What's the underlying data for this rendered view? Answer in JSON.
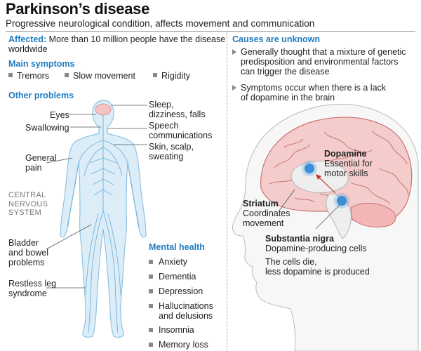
{
  "header": {
    "title": "Parkinson’s disease",
    "subtitle": "Progressive neurological condition, affects movement and communication"
  },
  "affected": {
    "label": "Affected:",
    "text_line1": "More than 10 million people have the disease",
    "text_line2": "worldwide"
  },
  "main_symptoms": {
    "heading": "Main symptoms",
    "items": [
      "Tremors",
      "Slow movement",
      "Rigidity"
    ]
  },
  "other_problems": {
    "heading": "Other problems",
    "labels": {
      "eyes": "Eyes",
      "swallowing": "Swallowing",
      "general_pain_1": "General",
      "general_pain_2": "pain",
      "cns_1": "CENTRAL",
      "cns_2": "NERVOUS",
      "cns_3": "SYSTEM",
      "bladder_1": "Bladder",
      "bladder_2": "and bowel",
      "bladder_3": "problems",
      "restless_1": "Restless leg",
      "restless_2": "syndrome",
      "sleep_1": "Sleep,",
      "sleep_2": "dizziness, falls",
      "speech_1": "Speech",
      "speech_2": "communications",
      "skin_1": "Skin, scalp,",
      "skin_2": "sweating"
    }
  },
  "mental_health": {
    "heading": "Mental health",
    "items": [
      "Anxiety",
      "Dementia",
      "Depression",
      "Hallucinations",
      "and delusions",
      "Insomnia",
      "Memory loss"
    ]
  },
  "causes": {
    "heading": "Causes are unknown",
    "bullet1": [
      "Generally thought that a mixture of genetic",
      "predisposition and environmental factors",
      "can trigger the disease"
    ],
    "bullet2": [
      "Symptoms occur when there is a lack",
      "of dopamine in the brain"
    ]
  },
  "brain": {
    "dopamine_title": "Dopamine",
    "dopamine_1": "Essential for",
    "dopamine_2": "motor skills",
    "striatum_title": "Striatum",
    "striatum_1": "Coordinates",
    "striatum_2": "movement",
    "nigra_title": "Substantia nigra",
    "nigra_1": "Dopamine-producing cells",
    "nigra_2": "The cells die,",
    "nigra_3": "less dopamine is produced"
  },
  "colors": {
    "accent": "#1f7cc0",
    "body_fill": "#d6ecf7",
    "brain_fill": "#f3c9c9",
    "brain_line": "#c86464"
  }
}
